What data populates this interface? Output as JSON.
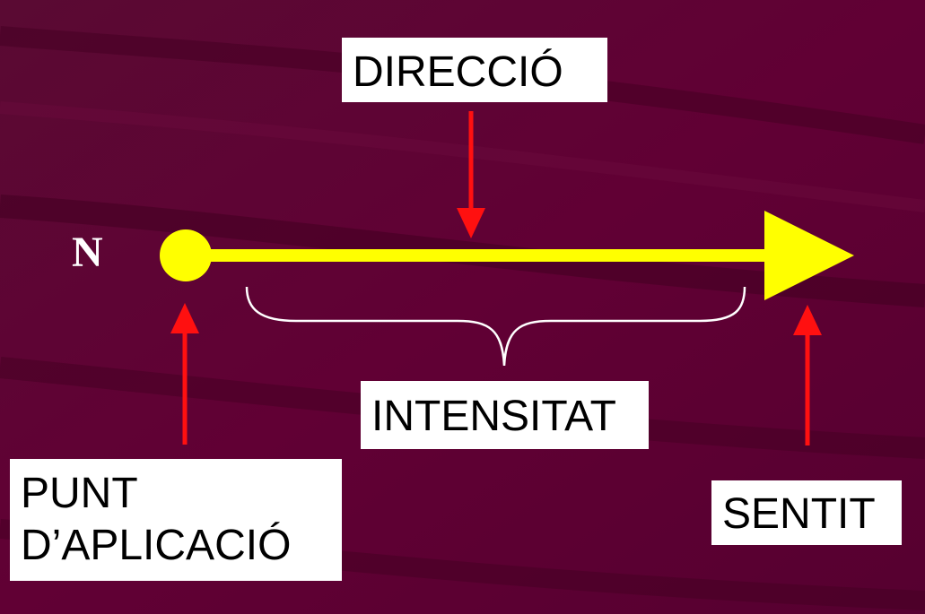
{
  "colors": {
    "background": "#5f0032",
    "vector": "#ffff00",
    "pointer_arrows": "#ff1010",
    "brace": "#ffffff",
    "label_box": "#ffffff",
    "label_text": "#000000"
  },
  "point_label": "N",
  "labels": {
    "direction": "DIRECCIÓ",
    "magnitude": "INTENSITAT",
    "application_point": [
      "PUNT",
      "D’APLICACIÓ"
    ],
    "sense": "SENTIT"
  }
}
